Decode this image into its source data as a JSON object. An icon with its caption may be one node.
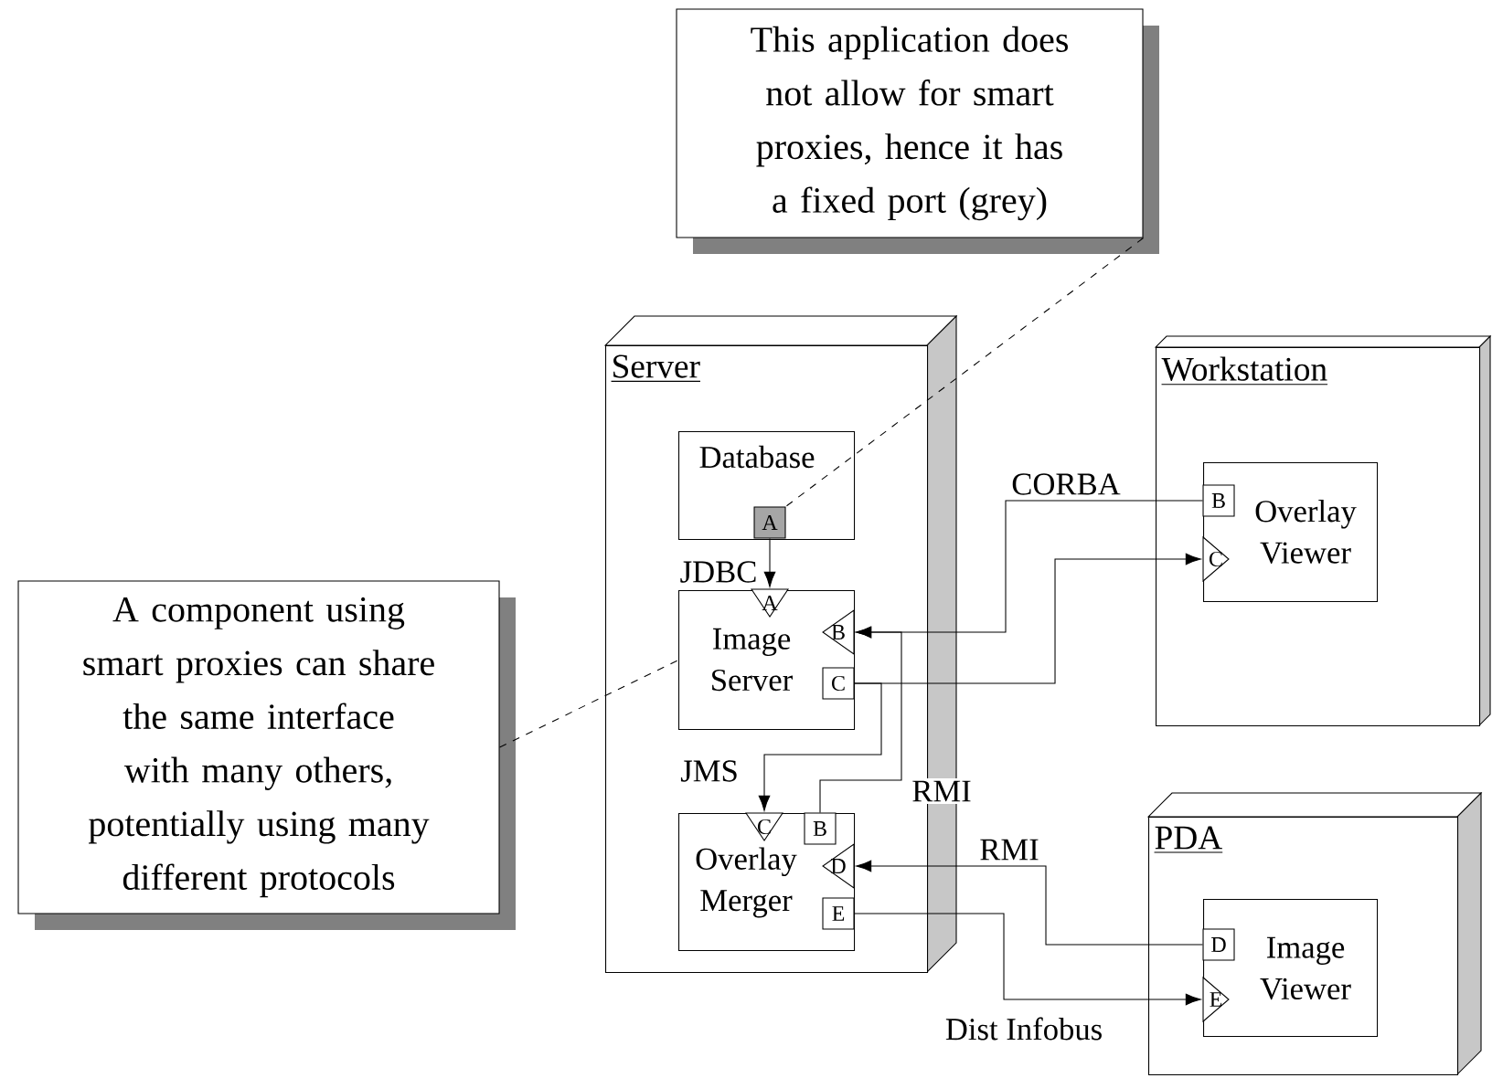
{
  "diagram": {
    "nodes": [
      {
        "text": [
          "This application does not allow for smart proxies, hence it has a fixed port (grey)"
        ]
      },
      {
        "text": [
          "Server"
        ]
      },
      {
        "text": [
          "Database"
        ],
        "in": 1
      },
      {
        "text": [
          "A"
        ],
        "in": 2
      },
      {
        "text": [
          "Image Server"
        ],
        "in": 1
      },
      {
        "text": [
          "A"
        ],
        "in": 4
      },
      {
        "text": [
          "B"
        ],
        "in": 4
      },
      {
        "text": [
          "C"
        ],
        "in": 4
      },
      {
        "text": [
          "Overlay Merger"
        ],
        "in": 1
      },
      {
        "text": [
          "C"
        ],
        "in": 8
      },
      {
        "text": [
          "B"
        ],
        "in": 8
      },
      {
        "text": [
          "D"
        ],
        "in": 8
      },
      {
        "text": [
          "E"
        ],
        "in": 8
      },
      {
        "text": [
          "Workstation"
        ]
      },
      {
        "text": [
          "Overlay Viewer"
        ],
        "in": 13
      },
      {
        "text": [
          "B"
        ],
        "in": 14
      },
      {
        "text": [
          "C"
        ],
        "in": 14
      },
      {
        "text": [
          "A component using smart proxies can share the same interface with many others, potentially using many different protocols"
        ]
      },
      {
        "text": [
          "PDA"
        ]
      },
      {
        "text": [
          "Image Viewer"
        ],
        "in": 18
      },
      {
        "text": [
          "D"
        ],
        "in": 19
      },
      {
        "text": [
          "E"
        ],
        "in": 19
      }
    ],
    "edges": [
      {
        "from": 3,
        "to": 5,
        "arrow": "to",
        "label": "JDBC"
      },
      {
        "from": 15,
        "to": 6,
        "arrow": "to",
        "label": "CORBA"
      },
      {
        "from": 7,
        "to": 16,
        "arrow": "to"
      },
      {
        "from": 7,
        "to": 9,
        "arrow": "to",
        "label": "JMS"
      },
      {
        "from": 10,
        "to": 6,
        "arrow": "to",
        "label": "RMI"
      },
      {
        "from": 20,
        "to": 11,
        "arrow": "to",
        "label": "RMI"
      },
      {
        "from": 12,
        "to": 21,
        "arrow": "to",
        "label": "Dist Infobus"
      },
      {
        "from": 0,
        "to": 3,
        "arrow": "none",
        "style": "dashed"
      },
      {
        "from": 17,
        "to": 4,
        "arrow": "none",
        "style": "dashed"
      }
    ]
  }
}
